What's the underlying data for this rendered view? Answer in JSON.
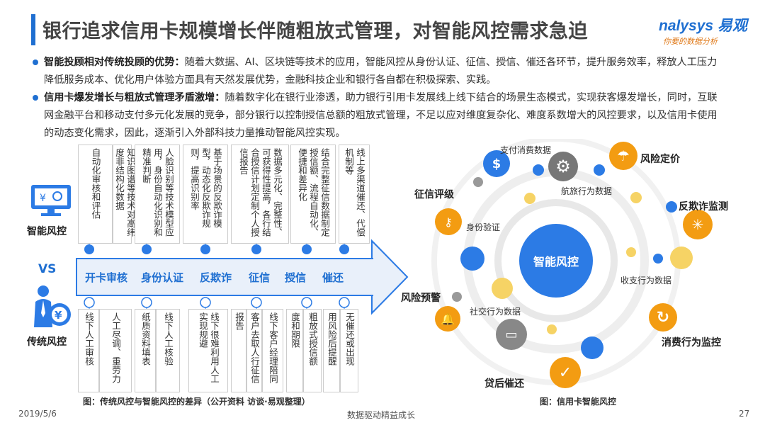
{
  "header": {
    "title": "银行追求信用卡规模增长伴随粗放式管理，对智能风控需求急迫",
    "logo_main": "nalysys 易观",
    "logo_sub": "你要的数据分析"
  },
  "paragraphs": [
    {
      "lead": "智能投顾相对传统投顾的优势：",
      "text": "随着大数据、AI、区块链等技术的应用，智能风控从身份认证、征信、授信、催还各环节，提升服务效率，释放人工压力降低服务成本、优化用户体验方面具有天然发展优势，金融科技企业和银行各自都在积极探索、实践。"
    },
    {
      "lead": "信用卡爆发增长与粗放式管理矛盾激增：",
      "text": "随着数字化在银行业渗透，助力银行引用卡发展线上线下结合的场景生态模式，实现获客爆发增长，同时，互联网金融平台和移动支付多元化发展的竞争，部分银行以控制授信总额的粗放式管理，不足以应对维度复杂化、难度系数增大的风控要求，以及信用卡使用的动态变化需求，因此，逐渐引入外部科技力量推动智能风控实现。"
    }
  ],
  "left": {
    "smart_label": "智能风控",
    "vs": "VS",
    "trad_label": "传统风控"
  },
  "smart_cols": [
    "自动化审核和评估",
    "知识图谱等技术对高纬度非结构化数据",
    "人脸识别等技术模型应用，身份自动化识别和精准判断",
    "基于场景的反欺诈模型，动态化反欺诈规则，提高识别率",
    "数据多元化、完整性、可获得性提高，各行结合授信计划定制个人授信报告",
    "结合完整征信数据制定授信额、流程自动化、便捷和差异化",
    "线上多渠道催还、代偿机制等"
  ],
  "stages": [
    "开卡审核",
    "身份认证",
    "反欺诈",
    "征信",
    "授信",
    "催还"
  ],
  "trad_cols": [
    "线下人工审核",
    "人工尽调、重劳力",
    "纸质资料填表",
    "线下人工核验",
    "线下很难利用人工实现规避",
    "报告",
    "客户去取人行征信",
    "线下客户经理陪同",
    "度和期限",
    "粗放式授信额",
    "用风险后提醒",
    "无催还或出现"
  ],
  "caption_left": "图：传统风控与智能风控的差异（公开资料 访谈·易观整理）",
  "circle": {
    "center": "智能风控",
    "labels": {
      "pay": "支付消费数据",
      "travel": "航旅行为数据",
      "identity": "身份验证",
      "income": "收支行为数据",
      "social": "社交行为数据"
    },
    "bold": {
      "credit_rating": "征信评级",
      "risk_pricing": "风险定价",
      "anti_fraud": "反欺诈监测",
      "risk_warning": "风险预警",
      "consume_monitor": "消费行为监控",
      "collection": "贷后催还"
    },
    "icons": {
      "pay": "money-bag-icon",
      "travel": "gear-icon",
      "identity": "key-icon",
      "risk_pricing": "umbrella-icon",
      "anti_fraud": "sparkle-icon",
      "warning": "bell-icon",
      "social": "chat-icon",
      "monitor": "refresh-icon",
      "collection": "check-icon"
    }
  },
  "caption_right": "图：信用卡智能风控",
  "footer": {
    "date": "2019/5/6",
    "slogan": "数据驱动精益成长",
    "page": "27"
  },
  "colors": {
    "accent": "#2c7be5",
    "orange": "#f39c12",
    "yellow": "#f6d365",
    "gray": "#8a8a8a"
  }
}
